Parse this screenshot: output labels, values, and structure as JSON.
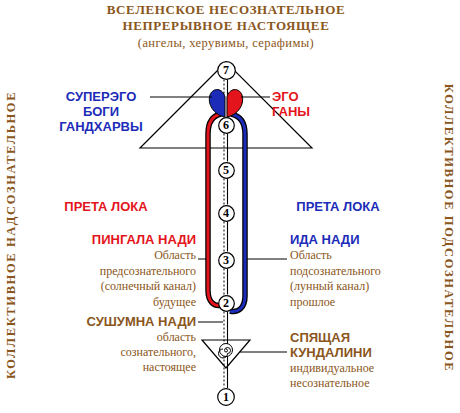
{
  "diagram": {
    "title": "ВСЕЛЕНСКОЕ НЕСОЗНАТЕЛЬНОЕ НЕПРЕРЫВНОЕ НАСТОЯЩЕЕ",
    "nodes": [
      {
        "text": [
          "7"
        ]
      },
      {
        "text": [
          "6"
        ]
      },
      {
        "text": [
          "5"
        ]
      },
      {
        "text": [
          "4"
        ]
      },
      {
        "text": [
          "3"
        ]
      },
      {
        "text": [
          "2"
        ]
      },
      {
        "text": [
          "1"
        ]
      }
    ],
    "edges": [
      {
        "from": 0,
        "to": 1,
        "arrow": "none"
      },
      {
        "from": 1,
        "to": 2,
        "arrow": "none"
      },
      {
        "from": 2,
        "to": 3,
        "arrow": "none"
      },
      {
        "from": 3,
        "to": 4,
        "arrow": "none"
      },
      {
        "from": 4,
        "to": 5,
        "arrow": "none"
      },
      {
        "from": 5,
        "to": 6,
        "arrow": "none"
      }
    ],
    "labels": [
      "(ангелы, херувимы, серафимы)",
      "КОЛЛЕКТИВНОЕ НАДСОЗНАТЕЛЬНОЕ",
      "КОЛЛЕКТИВНОЕ ПОДСОЗНАТЕЛЬНОЕ",
      "СУПЕРЭГО",
      "БОГИ",
      "ГАНДХАРВЫ",
      "ЭГО",
      "ГАНЫ",
      "ПРЕТА ЛОКА",
      "ПРЕТА ЛОКА",
      "ПИНГАЛА НАДИ",
      "Область предсознательного (солнечный канал) будущее",
      "ИДА НАДИ",
      "Область подсознательного (лунный канал) прошлое",
      "СУШУМНА НАДИ",
      "область сознательного, настоящее",
      "СПЯЩАЯ КУНДАЛИНИ",
      "индивидуальное несознательное"
    ]
  }
}
